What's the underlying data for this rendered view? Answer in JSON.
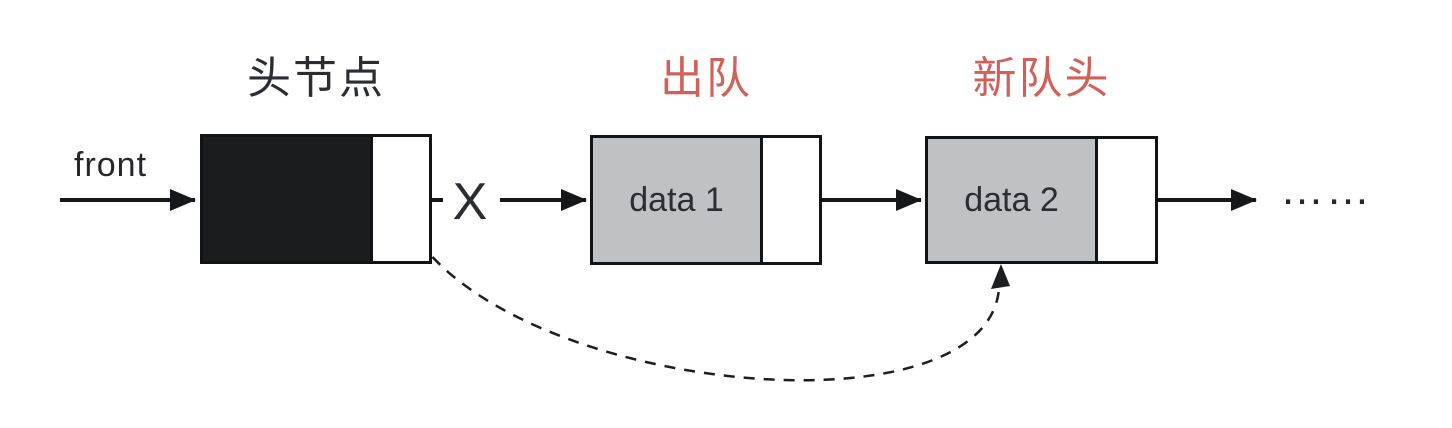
{
  "diagram": {
    "labels": {
      "head_node": "头节点",
      "dequeue": "出队",
      "new_head": "新队头"
    },
    "front_pointer_label": "front",
    "nodes": [
      {
        "name": "head-node",
        "data_text": ""
      },
      {
        "name": "node-data1",
        "data_text": "data 1"
      },
      {
        "name": "node-data2",
        "data_text": "data 2"
      }
    ],
    "broken_link_mark": "X",
    "ellipsis": "……",
    "colors": {
      "highlight_red": "#d0605a",
      "ink": "#16171a",
      "text_dark": "#2b2d33",
      "node_gray_fill": "#bfc2c5",
      "head_black_fill": "#1b1c1e",
      "background": "#ffffff"
    }
  }
}
